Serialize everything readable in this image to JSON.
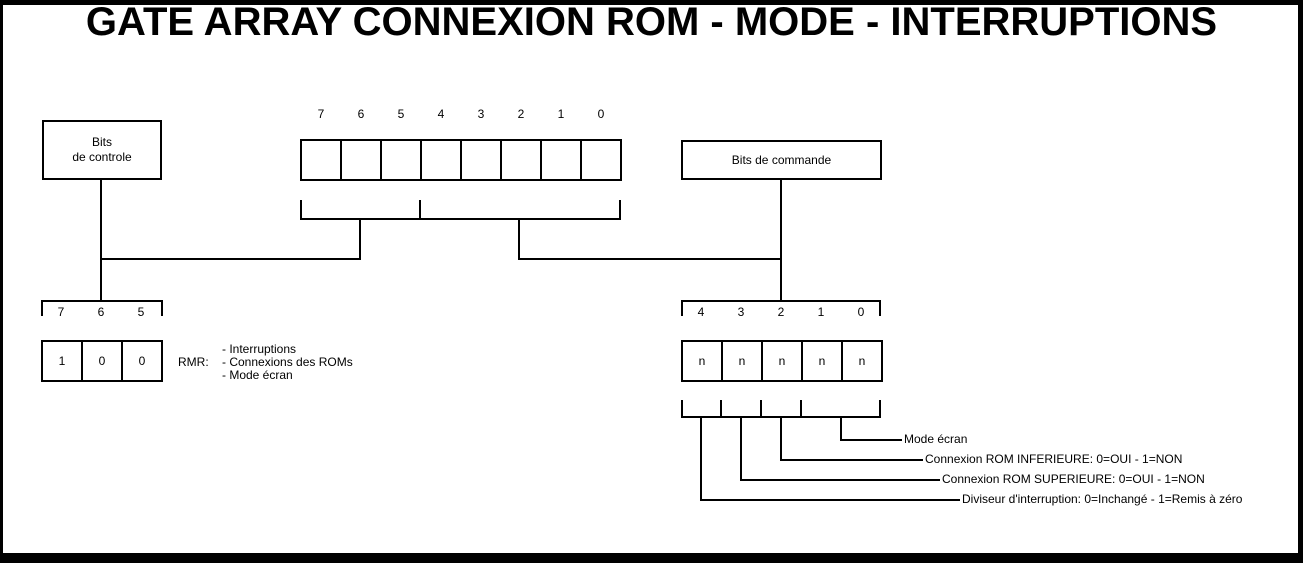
{
  "title": "GATE ARRAY CONNEXION ROM - MODE - INTERRUPTIONS",
  "colors": {
    "ink": "#000000",
    "paper": "#ffffff"
  },
  "control_box": {
    "line1": "Bits",
    "line2": "de controle"
  },
  "command_box": {
    "label": "Bits de commande"
  },
  "main_register": {
    "bit_numbers": [
      "7",
      "6",
      "5",
      "4",
      "3",
      "2",
      "1",
      "0"
    ],
    "cell_values": [
      "",
      "",
      "",
      "",
      "",
      "",
      "",
      ""
    ]
  },
  "rmr": {
    "bit_numbers": [
      "7",
      "6",
      "5"
    ],
    "values": [
      "1",
      "0",
      "0"
    ],
    "label": "RMR:",
    "items": [
      "- Interruptions",
      "- Connexions des ROMs",
      "- Mode écran"
    ]
  },
  "command_register": {
    "bit_numbers": [
      "4",
      "3",
      "2",
      "1",
      "0"
    ],
    "values": [
      "n",
      "n",
      "n",
      "n",
      "n"
    ]
  },
  "bit_functions": [
    {
      "bits": "1-0",
      "label": "Mode écran"
    },
    {
      "bits": "2",
      "label": "Connexion ROM INFERIEURE: 0=OUI - 1=NON"
    },
    {
      "bits": "3",
      "label": "Connexion ROM SUPERIEURE: 0=OUI - 1=NON"
    },
    {
      "bits": "4",
      "label": "Diviseur d'interruption: 0=Inchangé - 1=Remis à zéro"
    }
  ]
}
